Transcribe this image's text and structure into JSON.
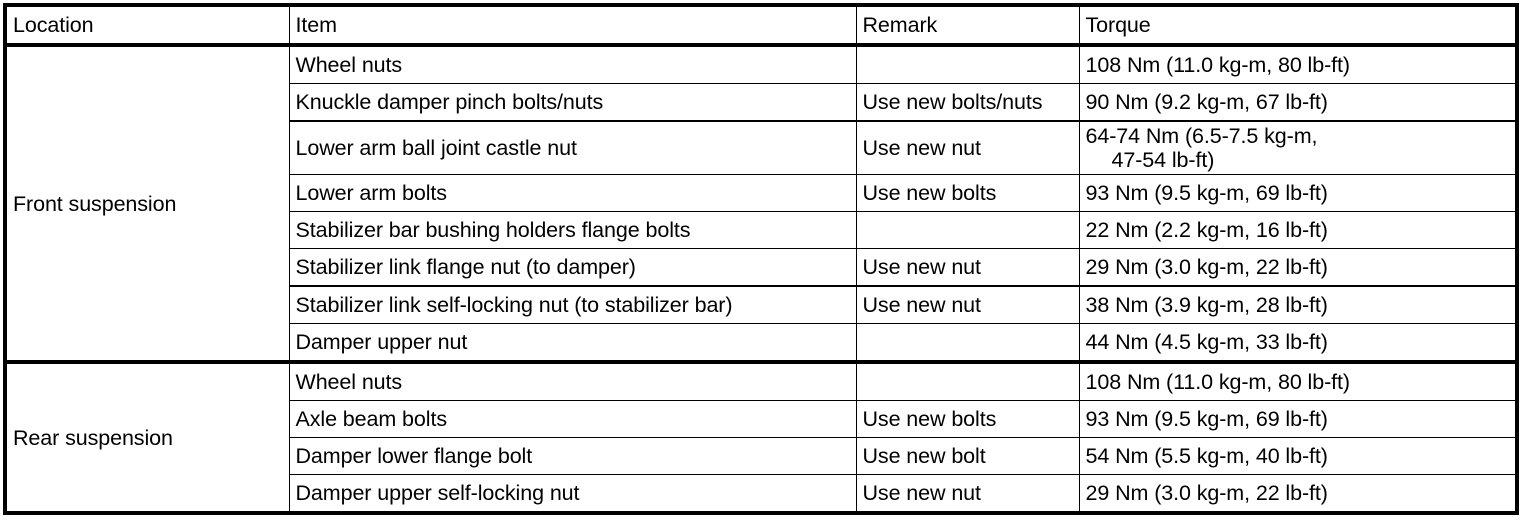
{
  "table": {
    "columns": [
      {
        "key": "location",
        "label": "Location"
      },
      {
        "key": "item",
        "label": "Item"
      },
      {
        "key": "remark",
        "label": "Remark"
      },
      {
        "key": "torque",
        "label": "Torque"
      }
    ],
    "groups": [
      {
        "location": "Front suspension",
        "rows": [
          {
            "item": "Wheel nuts",
            "remark": "",
            "torque": "108 Nm (11.0 kg-m, 80 lb-ft)"
          },
          {
            "item": "Knuckle damper pinch bolts/nuts",
            "remark": "Use new bolts/nuts",
            "torque": "90 Nm (9.2 kg-m, 67 lb-ft)"
          },
          {
            "item": "Lower arm ball joint castle nut",
            "remark": "Use new nut",
            "torque": "64-74 Nm (6.5-7.5 kg-m,",
            "torque_line2": "47-54 lb-ft)"
          },
          {
            "item": "Lower arm bolts",
            "remark": "Use new bolts",
            "torque": "93 Nm (9.5 kg-m, 69 lb-ft)"
          },
          {
            "item": "Stabilizer bar bushing holders flange bolts",
            "remark": "",
            "torque": "22 Nm (2.2 kg-m, 16 lb-ft)"
          },
          {
            "item": "Stabilizer link flange nut (to damper)",
            "remark": "Use new nut",
            "torque": "29 Nm (3.0 kg-m, 22 lb-ft)"
          },
          {
            "item": "Stabilizer link self-locking nut (to stabilizer bar)",
            "remark": "Use new nut",
            "torque": "38 Nm (3.9 kg-m, 28 lb-ft)"
          },
          {
            "item": "Damper upper nut",
            "remark": "",
            "torque": "44 Nm (4.5 kg-m, 33 lb-ft)"
          }
        ]
      },
      {
        "location": "Rear suspension",
        "rows": [
          {
            "item": "Wheel nuts",
            "remark": "",
            "torque": "108 Nm (11.0 kg-m, 80 lb-ft)"
          },
          {
            "item": "Axle beam bolts",
            "remark": "Use new bolts",
            "torque": "93 Nm (9.5 kg-m, 69 lb-ft)"
          },
          {
            "item": "Damper lower flange bolt",
            "remark": "Use new bolt",
            "torque": "54 Nm (5.5 kg-m, 40 lb-ft)"
          },
          {
            "item": "Damper upper self-locking nut",
            "remark": "Use new nut",
            "torque": "29 Nm (3.0 kg-m, 22 lb-ft)"
          }
        ]
      }
    ]
  }
}
